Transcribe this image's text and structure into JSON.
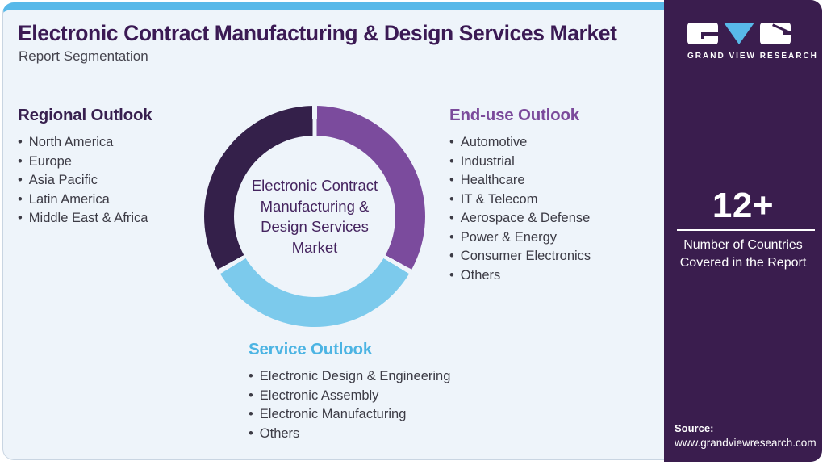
{
  "title": "Electronic Contract Manufacturing & Design Services Market",
  "subtitle": "Report Segmentation",
  "colors": {
    "top_bar": "#58b9e9",
    "card_bg": "#eef4fa",
    "sidebar_bg": "#3a1d4e",
    "title_text": "#3b1a54",
    "regional_accent": "#38204f",
    "end_use_accent": "#7b4a9b",
    "service_accent": "#4cb4e3",
    "donut_dark": "#34204a",
    "donut_purple": "#7b4b9d",
    "donut_blue": "#7ccaec"
  },
  "donut": {
    "type": "donut",
    "center_label": "Electronic Contract Manufacturing & Design Services Market",
    "segments": [
      {
        "label": "End-use Outlook",
        "value": 1,
        "color": "#7b4b9d"
      },
      {
        "label": "Service Outlook",
        "value": 1,
        "color": "#7ccaec"
      },
      {
        "label": "Regional Outlook",
        "value": 1,
        "color": "#34204a"
      }
    ]
  },
  "sections": {
    "regional": {
      "heading": "Regional Outlook",
      "items": [
        "North America",
        "Europe",
        "Asia Pacific",
        "Latin America",
        "Middle East & Africa"
      ]
    },
    "end_use": {
      "heading": "End-use Outlook",
      "items": [
        "Automotive",
        "Industrial",
        "Healthcare",
        "IT & Telecom",
        "Aerospace & Defense",
        "Power & Energy",
        "Consumer Electronics",
        "Others"
      ]
    },
    "service": {
      "heading": "Service Outlook",
      "items": [
        "Electronic Design & Engineering",
        "Electronic Assembly",
        "Electronic Manufacturing",
        "Others"
      ]
    }
  },
  "sidebar": {
    "logo_text": "GRAND VIEW RESEARCH",
    "stat_value": "12+",
    "stat_caption": "Number of Countries Covered in the Report",
    "source_label": "Source:",
    "source_url": "www.grandviewresearch.com"
  }
}
